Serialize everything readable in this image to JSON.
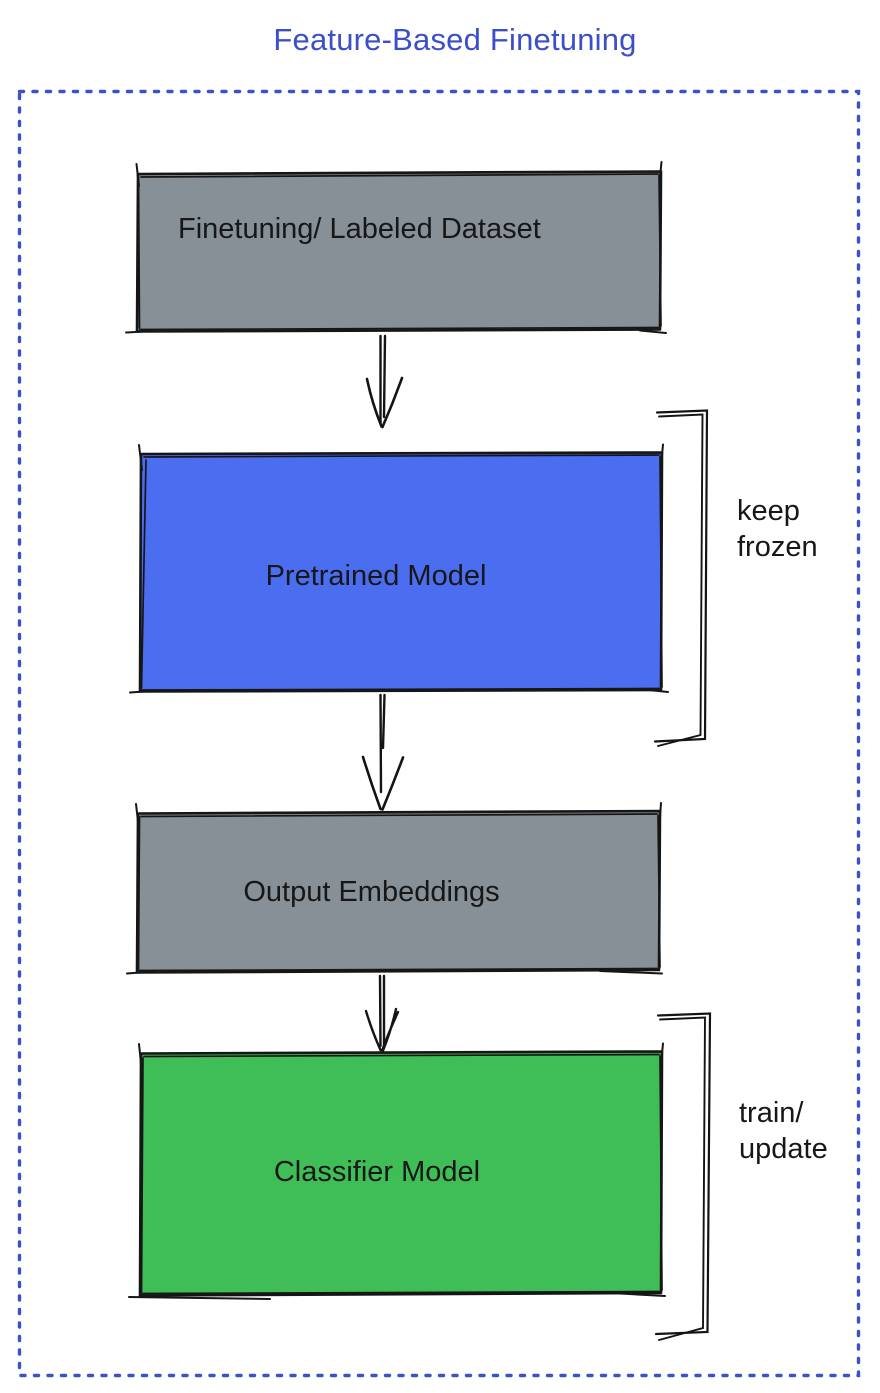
{
  "title": "Feature-Based Finetuning",
  "colors": {
    "title_text": "#3a4fc9",
    "frame_border": "#3a52c8",
    "box_gray": "#878f97",
    "box_blue": "#4b6ef1",
    "box_green": "#3fbe58",
    "stroke": "#161616",
    "label_text": "#171717"
  },
  "boxes": [
    {
      "id": "dataset",
      "label": "Finetuning/ Labeled Dataset",
      "fill": "gray"
    },
    {
      "id": "pretrained",
      "label": "Pretrained Model",
      "fill": "blue"
    },
    {
      "id": "embeddings",
      "label": "Output Embeddings",
      "fill": "gray"
    },
    {
      "id": "classifier",
      "label": "Classifier Model",
      "fill": "green"
    }
  ],
  "annotations": [
    {
      "id": "keep-frozen",
      "label": "keep frozen",
      "attached_to": "pretrained"
    },
    {
      "id": "train-update",
      "label": "train/ update",
      "attached_to": "classifier"
    }
  ]
}
